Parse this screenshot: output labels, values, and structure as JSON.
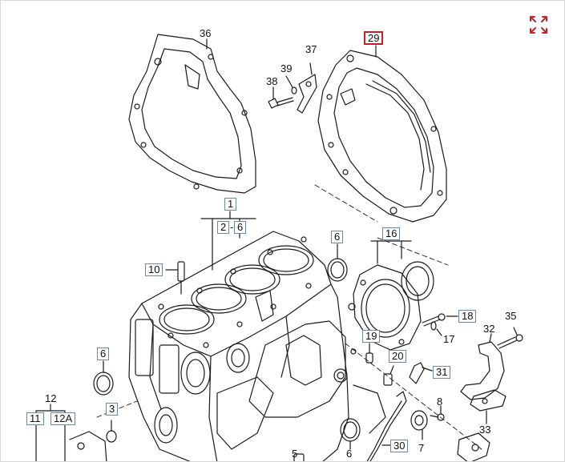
{
  "accent_color": "#c81e2a",
  "link_box_color": "#6e8a9e",
  "toolbar": {
    "fullscreen_icon": "expand-arrows-icon"
  },
  "callouts": {
    "c36": "36",
    "c37": "37",
    "c38": "38",
    "c39": "39",
    "c29": "29",
    "c1": "1",
    "c2": "2",
    "c6a": "6",
    "c6b": "6",
    "c6c": "6",
    "c6d": "6",
    "c16": "16",
    "c10": "10",
    "c18": "18",
    "c35": "35",
    "c32": "32",
    "c17": "17",
    "c19": "19",
    "c20": "20",
    "c31": "31",
    "c12": "12",
    "c11": "11",
    "c12a": "12A",
    "c3": "3",
    "c8": "8",
    "c7": "7",
    "c30": "30",
    "c33": "33",
    "c5": "5"
  }
}
